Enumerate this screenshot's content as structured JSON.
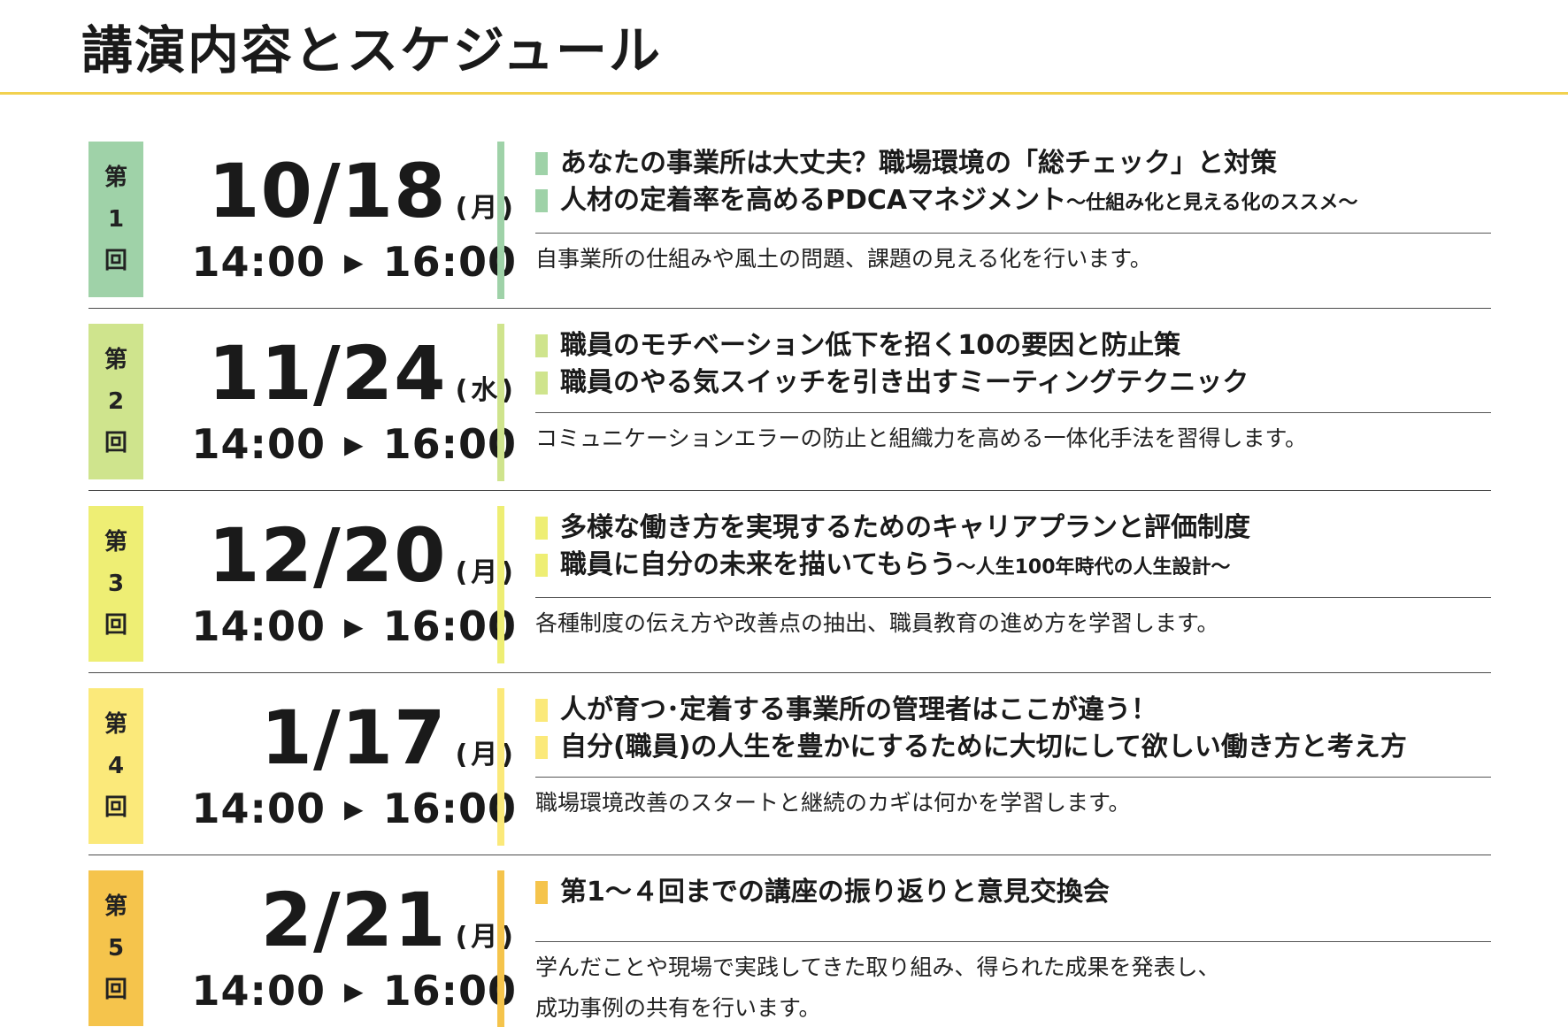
{
  "page": {
    "title": "講演内容とスケジュール"
  },
  "sessions": [
    {
      "round": [
        "第",
        "1",
        "回"
      ],
      "date": "10/18",
      "day": "(月)",
      "time_start": "14:00",
      "time_end": "16:00",
      "color": "#9fd2a8",
      "topics": [
        {
          "main": "あなたの事業所は大丈夫？職場環境の「総チェック」と対策",
          "sub": ""
        },
        {
          "main": "人材の定着率を高めるPDCAマネジメント",
          "sub": "～仕組み化と見える化のススメ～"
        }
      ],
      "description": [
        "自事業所の仕組みや風土の問題、課題の見える化を行います。"
      ]
    },
    {
      "round": [
        "第",
        "2",
        "回"
      ],
      "date": "11/24",
      "day": "(水)",
      "time_start": "14:00",
      "time_end": "16:00",
      "color": "#cfe48d",
      "topics": [
        {
          "main": "職員のモチベーション低下を招く10の要因と防止策",
          "sub": ""
        },
        {
          "main": "職員のやる気スイッチを引き出すミーティングテクニック",
          "sub": ""
        }
      ],
      "description": [
        "コミュニケーションエラーの防止と組織力を高める一体化手法を習得します。"
      ]
    },
    {
      "round": [
        "第",
        "3",
        "回"
      ],
      "date": "12/20",
      "day": "(月)",
      "time_start": "14:00",
      "time_end": "16:00",
      "color": "#eeee74",
      "topics": [
        {
          "main": "多様な働き方を実現するためのキャリアプランと評価制度",
          "sub": ""
        },
        {
          "main": "職員に自分の未来を描いてもらう",
          "sub": "～人生100年時代の人生設計～"
        }
      ],
      "description": [
        "各種制度の伝え方や改善点の抽出、職員教育の進め方を学習します。"
      ]
    },
    {
      "round": [
        "第",
        "4",
        "回"
      ],
      "date": "1/17",
      "day": "(月)",
      "time_start": "14:00",
      "time_end": "16:00",
      "color": "#fbe97a",
      "topics": [
        {
          "main": "人が育つ･定着する事業所の管理者はここが違う！",
          "sub": ""
        },
        {
          "main": "自分(職員)の人生を豊かにするために大切にして欲しい働き方と考え方",
          "sub": ""
        }
      ],
      "description": [
        "職場環境改善のスタートと継続のカギは何かを学習します。"
      ]
    },
    {
      "round": [
        "第",
        "5",
        "回"
      ],
      "date": "2/21",
      "day": "(月)",
      "time_start": "14:00",
      "time_end": "16:00",
      "color": "#f5c44c",
      "topics": [
        {
          "main": "第1～４回までの講座の振り返りと意見交換会",
          "sub": ""
        }
      ],
      "description": [
        "学んだことや現場で実践してきた取り組み、得られた成果を発表し、",
        "成功事例の共有を行います。"
      ]
    }
  ]
}
